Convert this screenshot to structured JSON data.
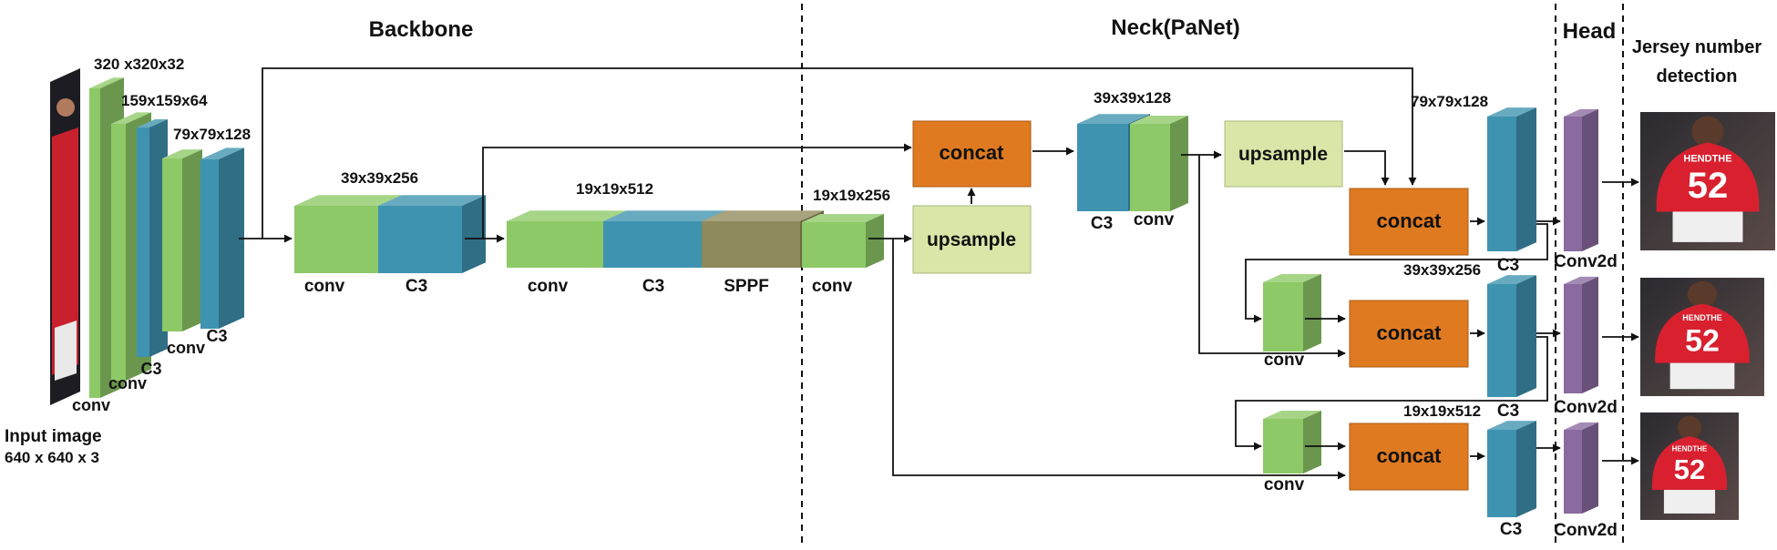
{
  "sections": {
    "backbone": "Backbone",
    "neck": "Neck(PaNet)",
    "head": "Head",
    "output_line1": "Jersey number",
    "output_line2": "detection"
  },
  "input": {
    "line1": "Input image",
    "line2": "640 x 640 x 3"
  },
  "dims": {
    "d1": "320 x320x32",
    "d2": "159x159x64",
    "d3": "79x79x128",
    "d4": "39x39x256",
    "d5": "19x19x512",
    "d6": "19x19x256",
    "d7": "39x39x128",
    "d8": "79x79x128",
    "d9": "39x39x256",
    "d10": "19x19x512"
  },
  "labels": {
    "conv": "conv",
    "c3": "C3",
    "sppf": "SPPF",
    "concat": "concat",
    "upsample": "upsample",
    "conv2d": "Conv2d"
  },
  "photo": {
    "number": "52",
    "name": "HENDTHE"
  },
  "colors": {
    "green": "#8dc966",
    "blue": "#3e93b0",
    "olive": "#8f8a5c",
    "orange": "#e07a20",
    "palegreen": "#d9e6a8",
    "purple": "#8a6aa0",
    "red": "#d8202f"
  }
}
